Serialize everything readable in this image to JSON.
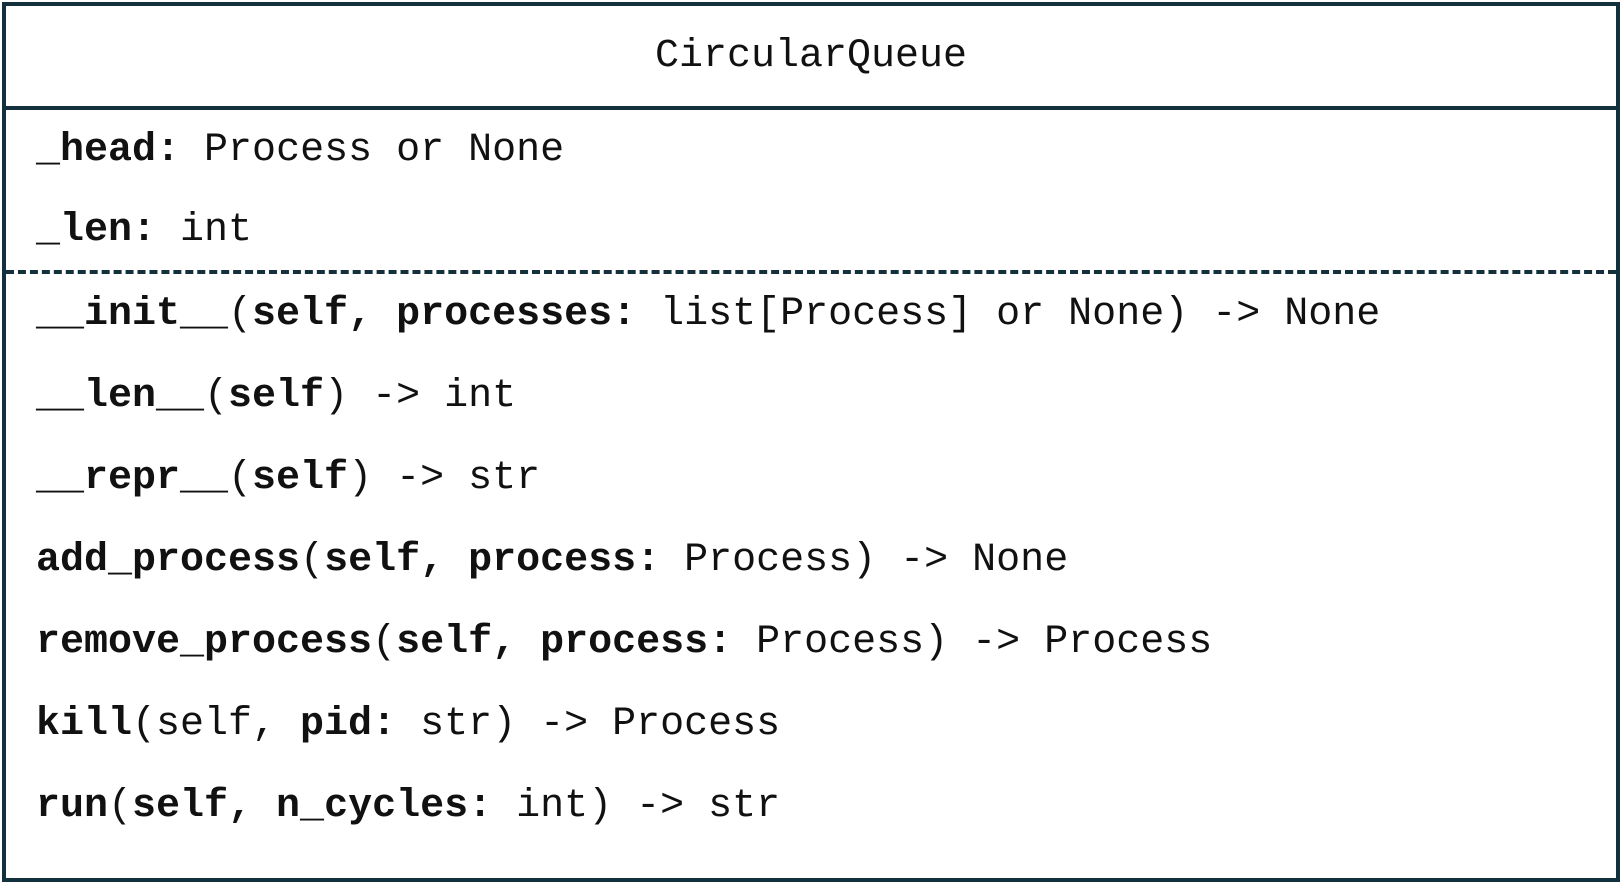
{
  "class_name": "CircularQueue",
  "attributes": [
    {
      "name": "_head",
      "colon": ":",
      "type": " Process or None"
    },
    {
      "name": "_len",
      "colon": ":",
      "type": " int"
    }
  ],
  "methods": [
    {
      "segments": [
        {
          "text": "__init__",
          "bold": true
        },
        {
          "text": "(",
          "bold": false
        },
        {
          "text": "self, processes:",
          "bold": true
        },
        {
          "text": " list[Process] or None) -> None",
          "bold": false
        }
      ]
    },
    {
      "segments": [
        {
          "text": "__len__",
          "bold": true
        },
        {
          "text": "(",
          "bold": false
        },
        {
          "text": "self",
          "bold": true
        },
        {
          "text": ") -> int",
          "bold": false
        }
      ]
    },
    {
      "segments": [
        {
          "text": "__repr__",
          "bold": true
        },
        {
          "text": "(",
          "bold": false
        },
        {
          "text": "self",
          "bold": true
        },
        {
          "text": ") -> str",
          "bold": false
        }
      ]
    },
    {
      "segments": [
        {
          "text": "add_process",
          "bold": true
        },
        {
          "text": "(",
          "bold": false
        },
        {
          "text": "self, process:",
          "bold": true
        },
        {
          "text": " Process) -> None",
          "bold": false
        }
      ]
    },
    {
      "segments": [
        {
          "text": "remove_process",
          "bold": true
        },
        {
          "text": "(",
          "bold": false
        },
        {
          "text": "self, process:",
          "bold": true
        },
        {
          "text": " Process) -> Process",
          "bold": false
        }
      ]
    },
    {
      "segments": [
        {
          "text": "kill",
          "bold": true
        },
        {
          "text": "(self, ",
          "bold": false
        },
        {
          "text": "pid:",
          "bold": true
        },
        {
          "text": " str) -> Process",
          "bold": false
        }
      ]
    },
    {
      "segments": [
        {
          "text": "run",
          "bold": true
        },
        {
          "text": "(",
          "bold": false
        },
        {
          "text": "self, n_cycles:",
          "bold": true
        },
        {
          "text": " int) -> str",
          "bold": false
        }
      ]
    }
  ],
  "colors": {
    "border": "#12313d",
    "text": "#111111"
  }
}
